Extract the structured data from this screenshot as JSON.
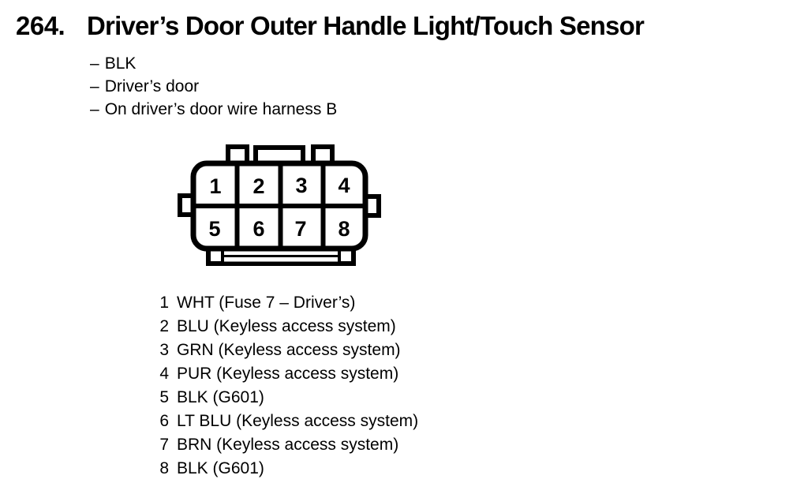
{
  "header": {
    "index": "264.",
    "title": "Driver’s Door Outer Handle Light/Touch Sensor"
  },
  "details": {
    "items": [
      {
        "prefix": "–",
        "text": "BLK"
      },
      {
        "prefix": "–",
        "text": "Driver’s door"
      },
      {
        "prefix": "–",
        "text": "On driver’s door wire harness B"
      }
    ]
  },
  "connector": {
    "pins": [
      "1",
      "2",
      "3",
      "4",
      "5",
      "6",
      "7",
      "8"
    ]
  },
  "pinout": {
    "rows": [
      {
        "pin": "1",
        "desc": "WHT (Fuse 7 – Driver’s)"
      },
      {
        "pin": "2",
        "desc": "BLU (Keyless access system)"
      },
      {
        "pin": "3",
        "desc": "GRN (Keyless access system)"
      },
      {
        "pin": "4",
        "desc": "PUR (Keyless access system)"
      },
      {
        "pin": "5",
        "desc": "BLK (G601)"
      },
      {
        "pin": "6",
        "desc": "LT BLU (Keyless access system)"
      },
      {
        "pin": "7",
        "desc": "BRN (Keyless access system)"
      },
      {
        "pin": "8",
        "desc": "BLK (G601)"
      }
    ]
  },
  "colors": {
    "ink": "#000000",
    "paper": "#ffffff"
  }
}
